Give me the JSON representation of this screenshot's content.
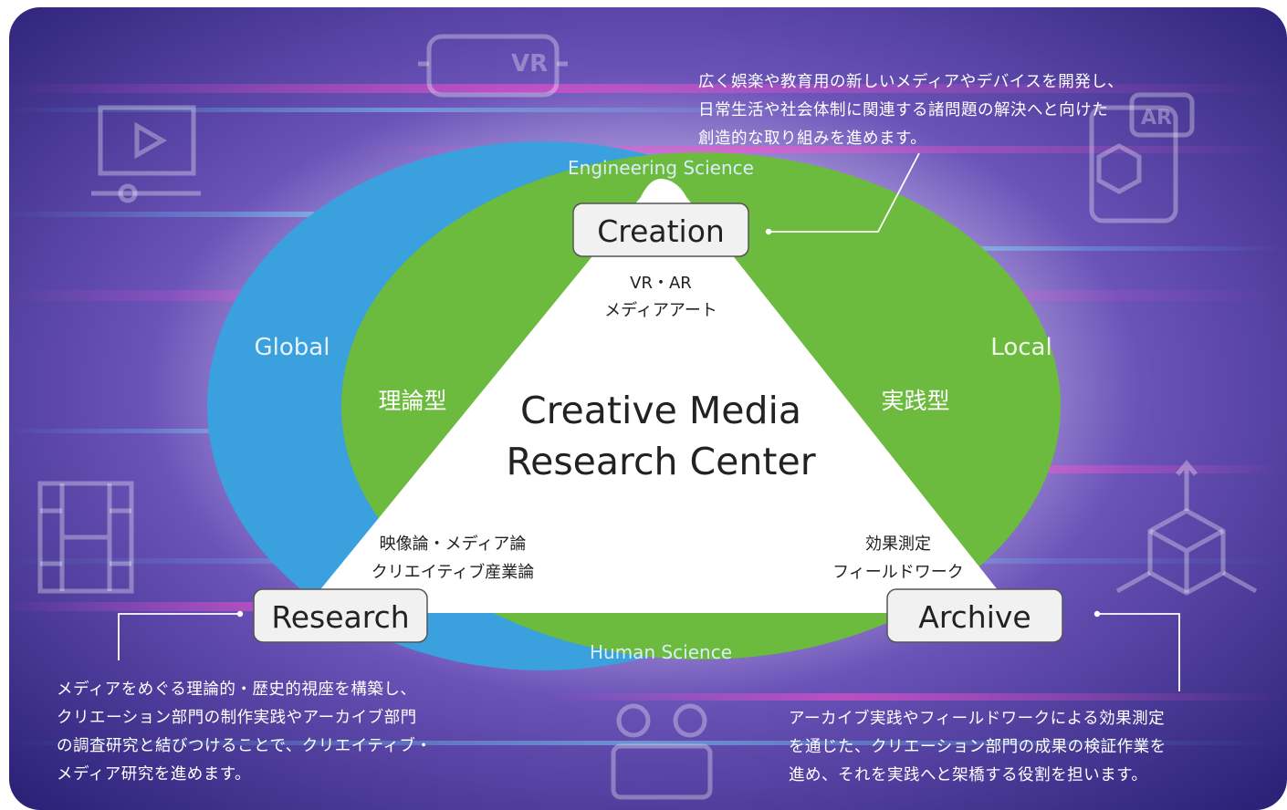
{
  "colors": {
    "background": "#3a2a86",
    "global_oval": "#3aa0de",
    "local_oval": "#6cbb3e",
    "triangle": "#ffffff",
    "box_fill": "#f1f1f1",
    "text_dark": "#222222"
  },
  "axes": {
    "top": "Engineering Science",
    "bottom": "Human Science",
    "left": "Global",
    "right": "Local"
  },
  "center": {
    "line1": "Creative Media",
    "line2": "Research Center"
  },
  "sides": {
    "left": "理論型",
    "right": "実践型"
  },
  "nodes": {
    "creation": {
      "label": "Creation",
      "topics": [
        "VR・AR",
        "メディアアート"
      ],
      "description": [
        "広く娯楽や教育用の新しいメディアやデバイスを開発し、",
        "日常生活や社会体制に関連する諸問題の解決へと向けた",
        "創造的な取り組みを進めます。"
      ]
    },
    "research": {
      "label": "Research",
      "topics": [
        "映像論・メディア論",
        "クリエイティブ産業論"
      ],
      "description": [
        "メディアをめぐる理論的・歴史的視座を構築し、",
        "クリエーション部門の制作実践やアーカイブ部門",
        "の調査研究と結びつけることで、クリエイティブ・",
        "メディア研究を進めます。"
      ]
    },
    "archive": {
      "label": "Archive",
      "topics": [
        "効果測定",
        "フィールドワーク"
      ],
      "description": [
        "アーカイブ実践やフィールドワークによる効果測定",
        "を通じた、クリエーション部門の成果の検証作業を",
        "進め、それを実践へと架橋する役割を担います。"
      ]
    }
  },
  "background_icons": [
    "vr-headset-icon",
    "video-player-icon",
    "ar-phone-icon",
    "film-strip-icon",
    "3d-cube-icon",
    "people-presentation-icon"
  ]
}
